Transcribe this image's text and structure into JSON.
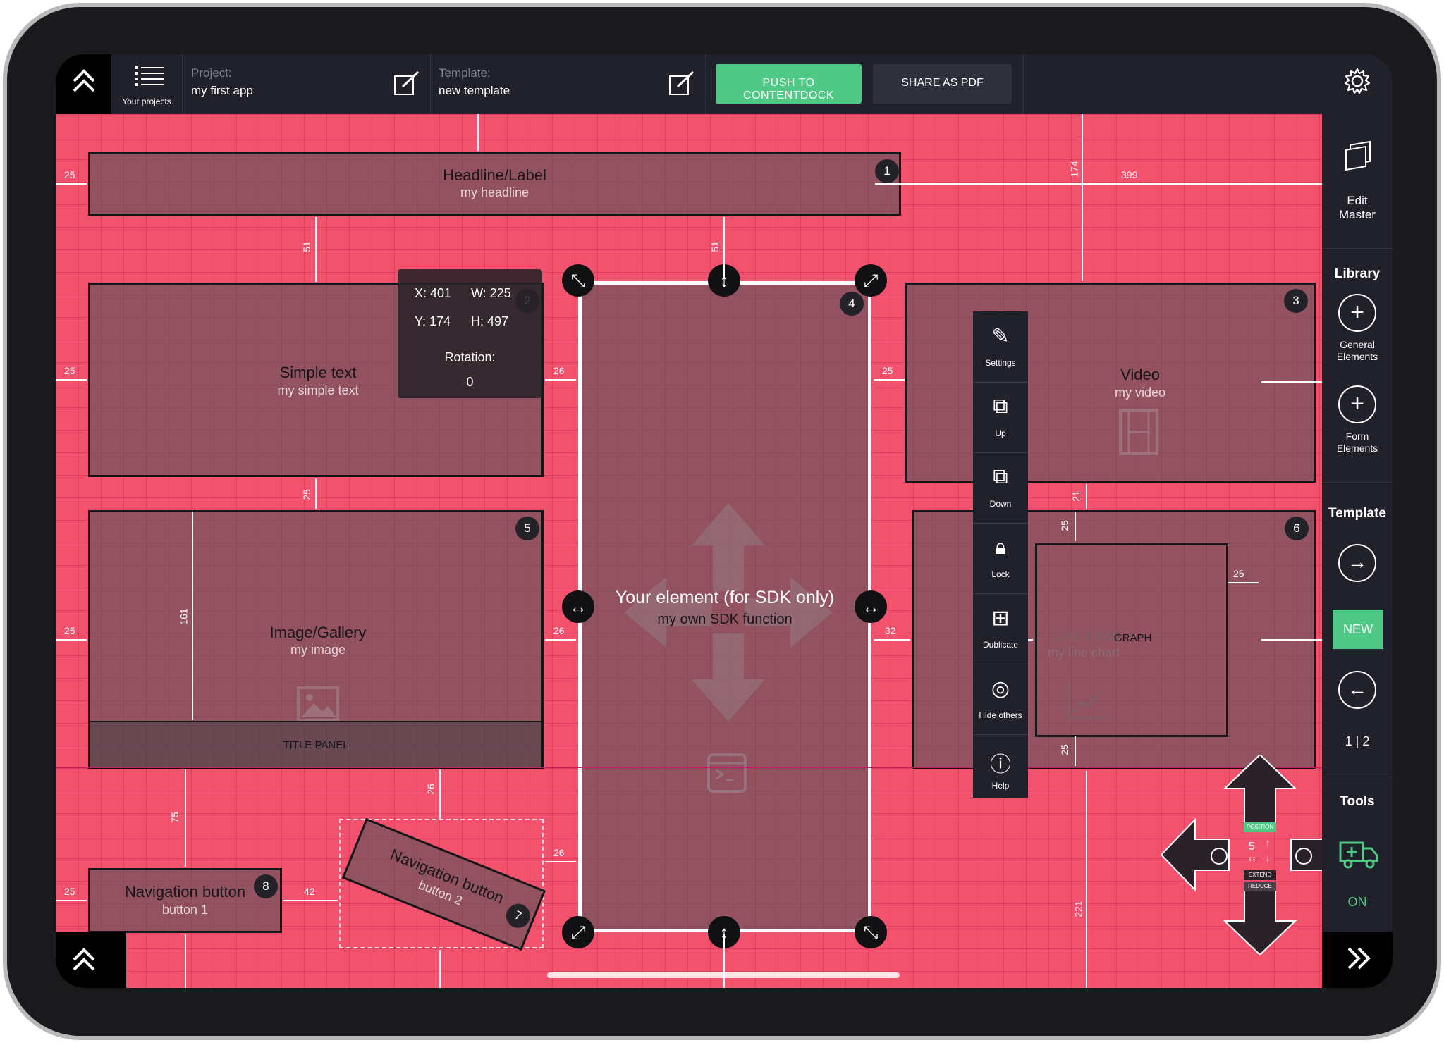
{
  "topbar": {
    "your_projects": "Your projects",
    "project_label": "Project:",
    "project_name": "my first app",
    "template_label": "Template:",
    "template_name": "new template",
    "push_button": "PUSH TO CONTENTDOCK",
    "share_button": "SHARE AS PDF"
  },
  "rightbar": {
    "edit_master": "Edit\nMaster",
    "library": "Library",
    "general_elements": "General\nElements",
    "form_elements": "Form\nElements",
    "template": "Template",
    "new_button": "NEW",
    "page_indicator": "1 | 2",
    "tools": "Tools",
    "tools_state": "ON"
  },
  "floating_toolbar": {
    "settings": "Settings",
    "up": "Up",
    "down": "Down",
    "lock": "Lock",
    "duplicate": "Dublicate",
    "hide_others": "Hide others",
    "help": "Help"
  },
  "info_panel": {
    "x": "X: 401",
    "w": "W: 225",
    "y": "Y: 174",
    "h": "H: 497",
    "rotation_label": "Rotation:",
    "rotation_value": "0"
  },
  "elements": [
    {
      "num": "1",
      "title": "Headline/Label",
      "subtitle": "my headline"
    },
    {
      "num": "2",
      "title": "Simple text",
      "subtitle": "my simple text"
    },
    {
      "num": "3",
      "title": "Video",
      "subtitle": "my video"
    },
    {
      "num": "4",
      "title": "Your element (for SDK only)",
      "subtitle": "my own SDK function"
    },
    {
      "num": "5",
      "title": "Image/Gallery",
      "subtitle": "my image",
      "panel": "TITLE PANEL"
    },
    {
      "num": "6",
      "title": "Line chart",
      "subtitle": "my line chart",
      "overlay": "GRAPH"
    },
    {
      "num": "7",
      "title": "Navigation button",
      "subtitle": "button 2"
    },
    {
      "num": "8",
      "title": "Navigation button",
      "subtitle": "button 1"
    }
  ],
  "dimensions": [
    "25",
    "25",
    "25",
    "25",
    "51",
    "51",
    "25",
    "161",
    "26",
    "26",
    "25",
    "174",
    "399",
    "21",
    "25",
    "25",
    "25",
    "32",
    "26",
    "75",
    "42",
    "26",
    "221",
    "25"
  ],
  "position_pad": {
    "position": "POSITION",
    "step": "5",
    "unit": "px",
    "extend": "EXTEND",
    "reduce": "REDUCE"
  },
  "colors": {
    "canvas": "#f2526d",
    "accent_green": "#4fc985",
    "bar": "#20212a"
  }
}
